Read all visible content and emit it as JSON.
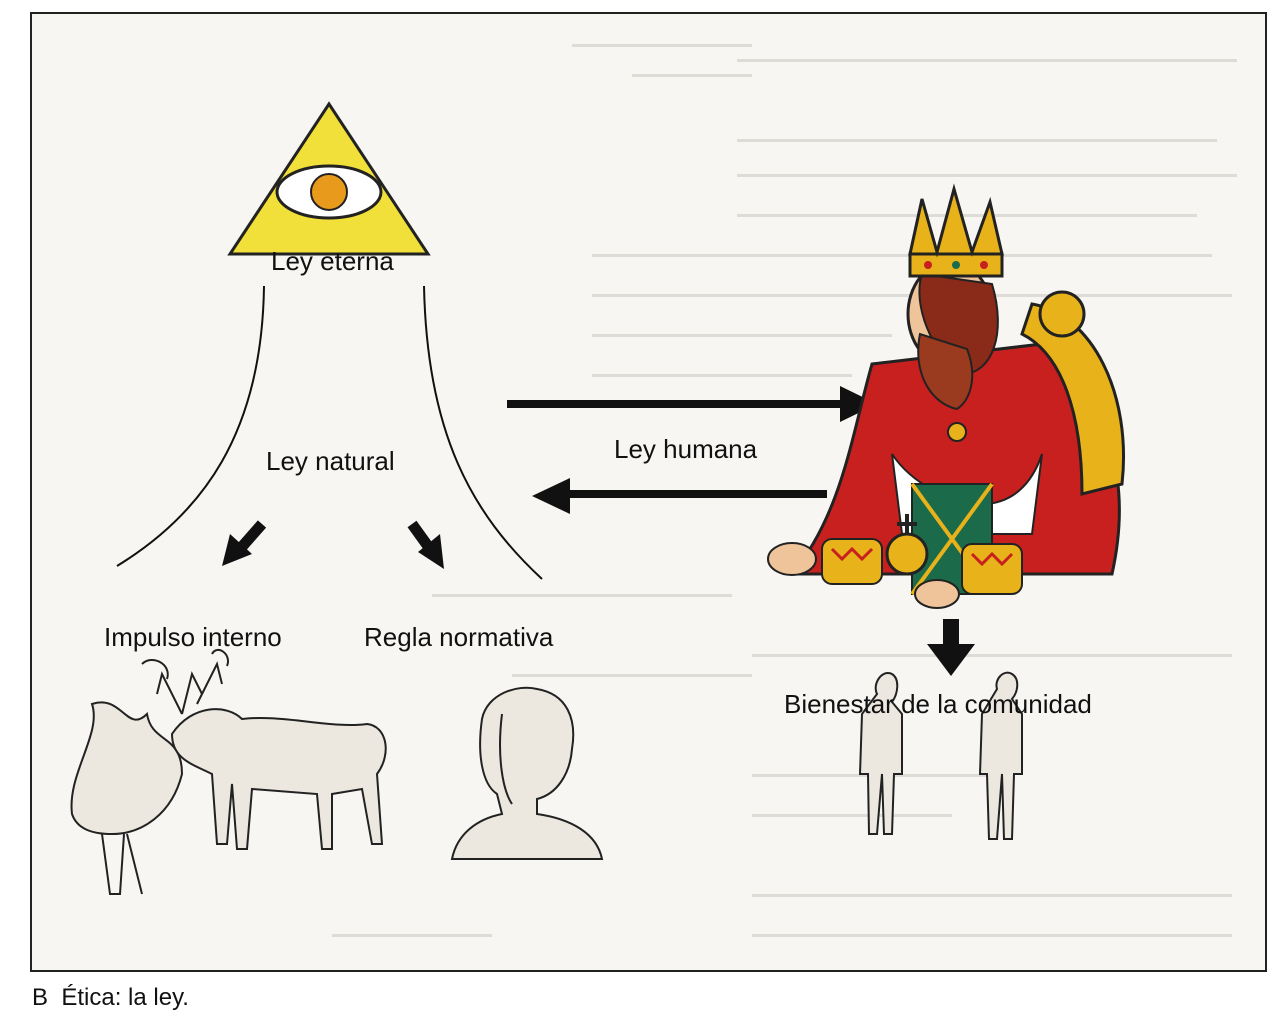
{
  "diagram": {
    "labels": {
      "eternal_law": "Ley eterna",
      "natural_law": "Ley natural",
      "human_law": "Ley humana",
      "inner_impulse": "Impulso interno",
      "normative_rule": "Regla normativa",
      "community_welfare": "Bienestar de la comunidad"
    }
  },
  "caption": {
    "letter": "B",
    "text": "Ética: la ley."
  },
  "colors": {
    "triangle_fill": "#f2e03a",
    "eye_iris": "#e89a1c",
    "robe_red": "#c8201e",
    "crown_gold": "#e8b21a",
    "silhouette": "#ece7df",
    "arrow": "#111111"
  }
}
